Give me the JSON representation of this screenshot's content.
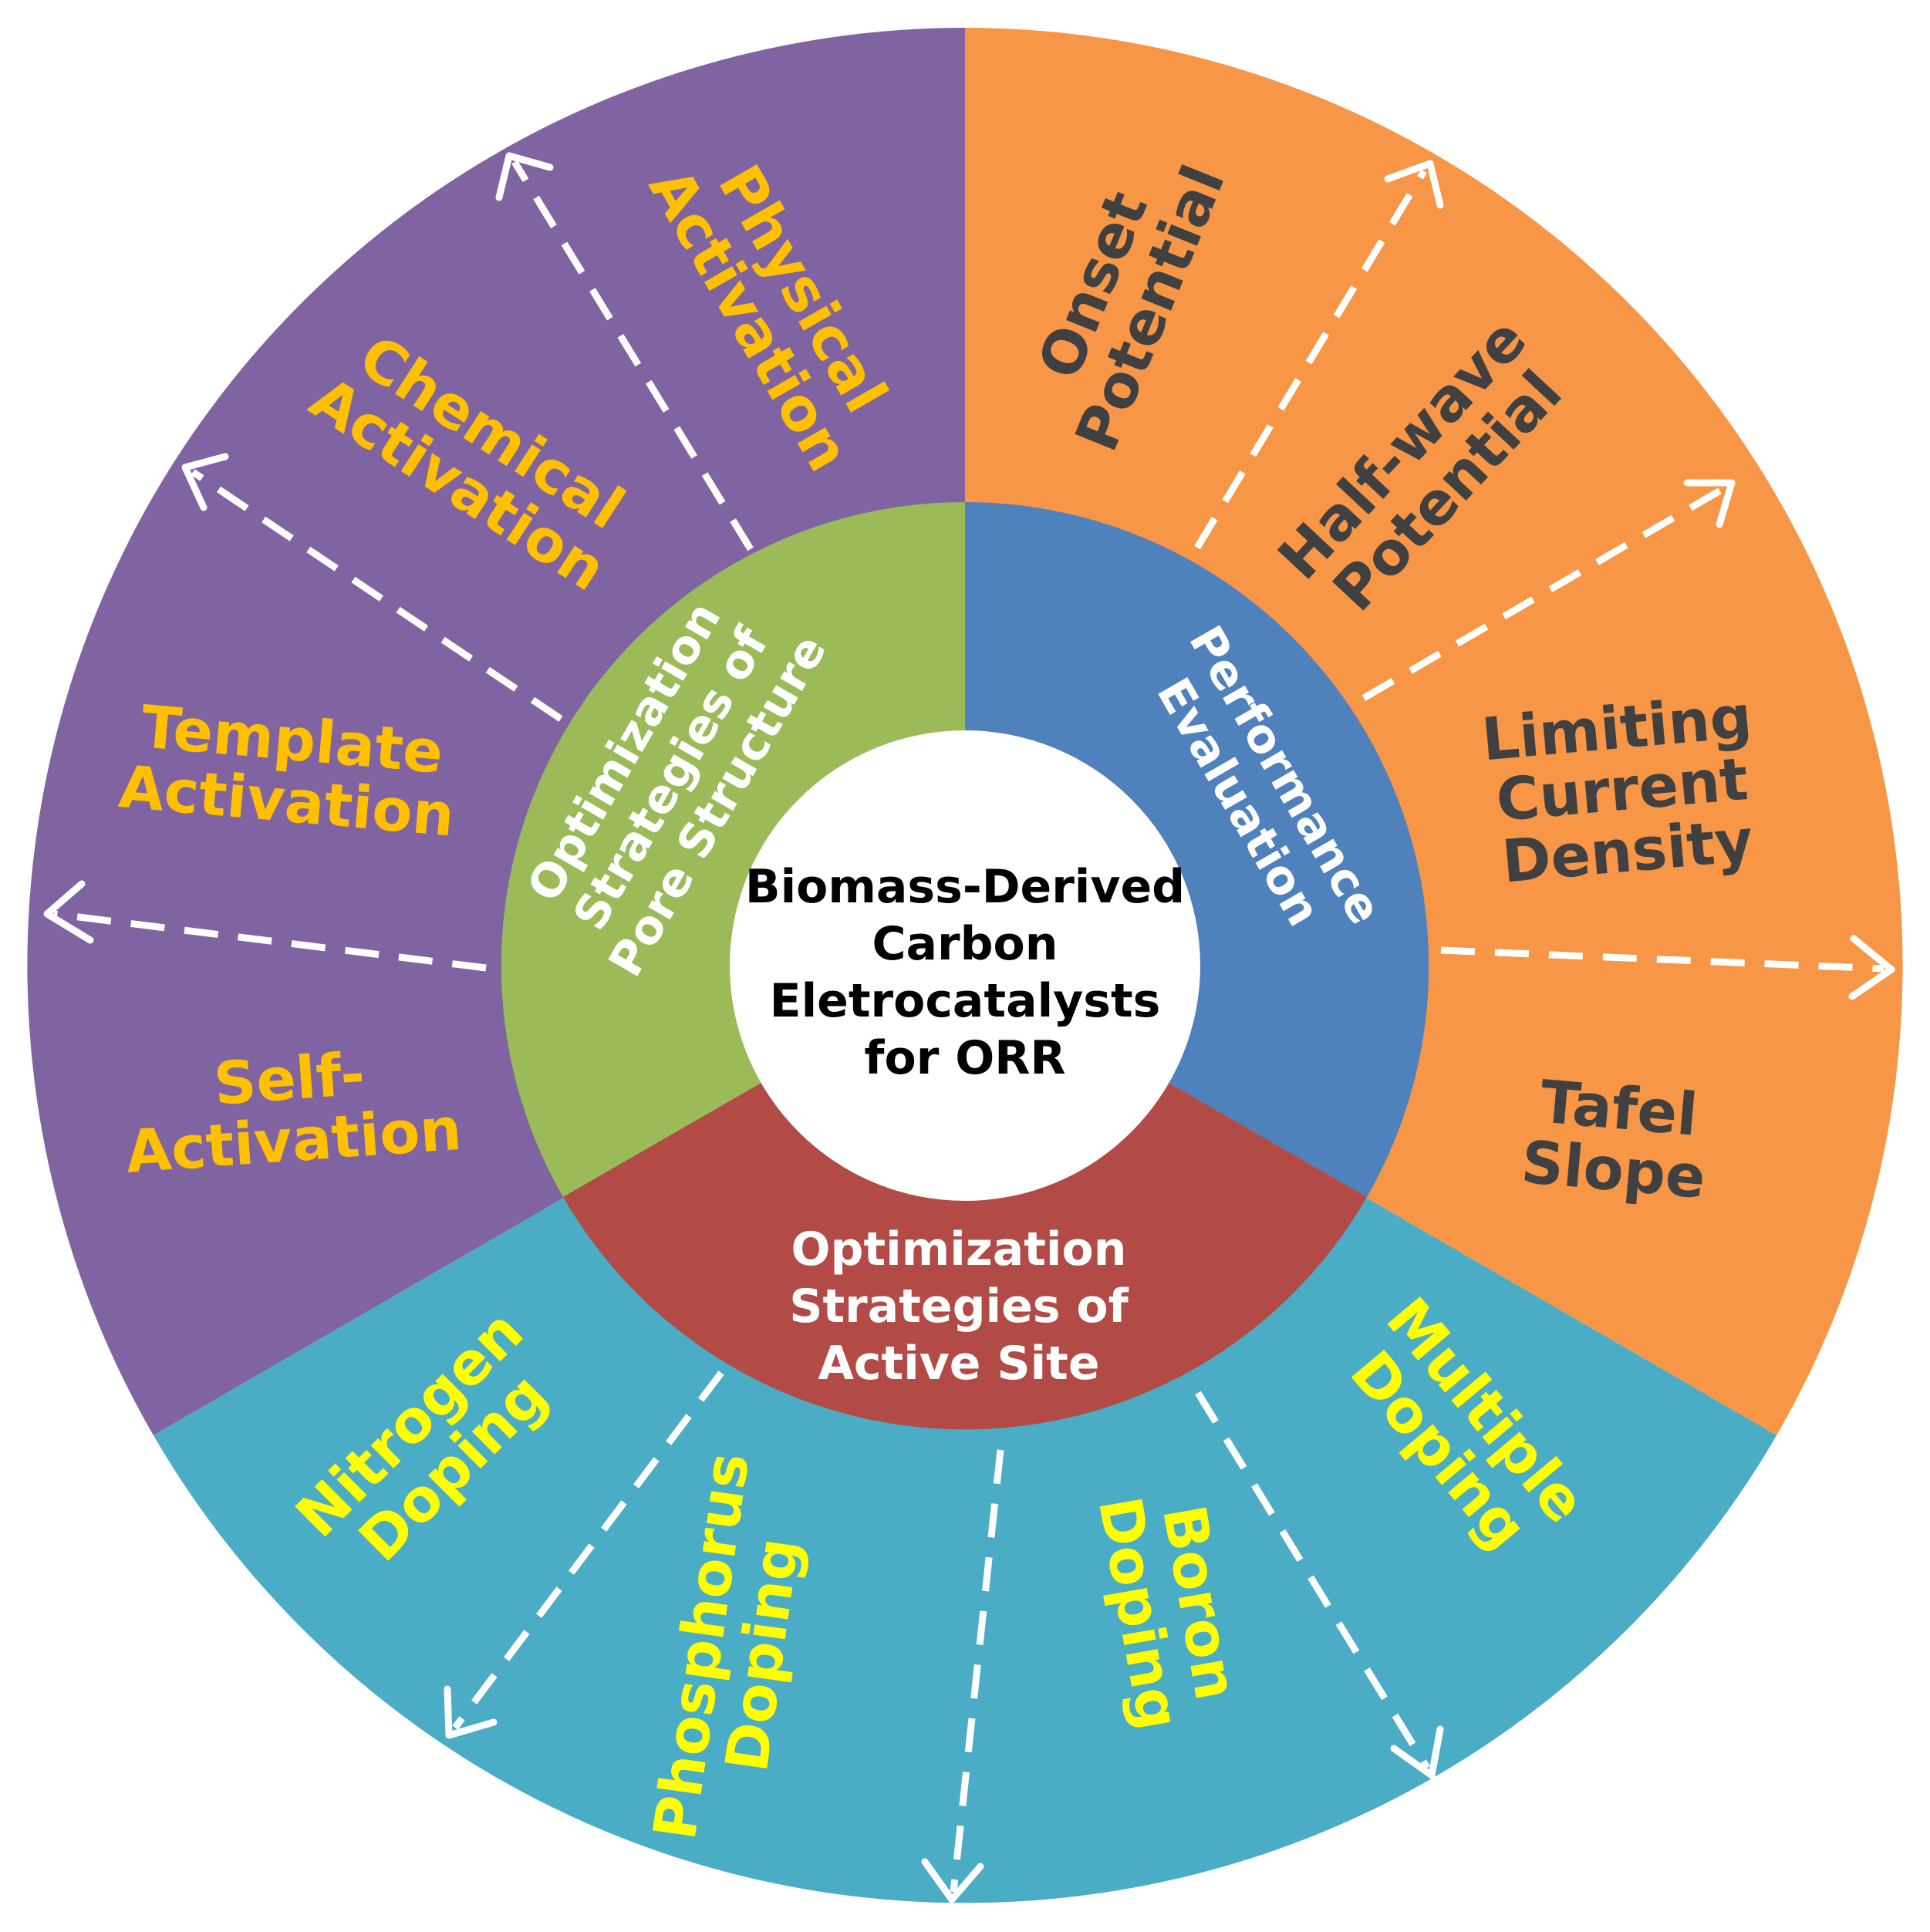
{
  "colors": {
    "outer_purple": "#8064A2",
    "outer_orange": "#F79646",
    "outer_teal": "#4BACC6",
    "inner_green": "#9BBB59",
    "inner_blue": "#4F81BD",
    "inner_red": "#B24A46",
    "center_white": "#FFFFFF",
    "text_gold": "#FFC000",
    "text_dark": "#404040",
    "text_yellow": "#FFFF00",
    "text_white": "#FFFFFF",
    "text_black": "#000000"
  },
  "center": {
    "lines": [
      "Biomass-Derived",
      "Carbon",
      "Eletrocatalysts",
      "for ORR"
    ]
  },
  "inner_sectors": {
    "pore": {
      "lines": [
        "Optimization",
        "Strategies of",
        "Pore Structure"
      ]
    },
    "performance": {
      "lines": [
        "Performance",
        "Evaluation"
      ]
    },
    "active": {
      "lines": [
        "Optimization",
        "Strategies of",
        "Active Site"
      ]
    }
  },
  "outer_labels": {
    "physical": [
      "Physical",
      "Activation"
    ],
    "chemical": [
      "Chemical",
      "Activation"
    ],
    "template": [
      "Template",
      "Activation"
    ],
    "self": [
      "Self-",
      "Activation"
    ],
    "onset": [
      "Onset",
      "Potential"
    ],
    "halfwave": [
      "Half-wave",
      "Potential"
    ],
    "limiting": [
      "Limiting",
      "Current",
      "Density"
    ],
    "tafel": [
      "Tafel",
      "Slope"
    ],
    "nitrogen": [
      "Nitrogen",
      "Doping"
    ],
    "phosphorus": [
      "Phosphorus",
      "Doping"
    ],
    "boron": [
      "Boron",
      "Doping"
    ],
    "multiple": [
      "Multiple",
      "Doping"
    ]
  }
}
